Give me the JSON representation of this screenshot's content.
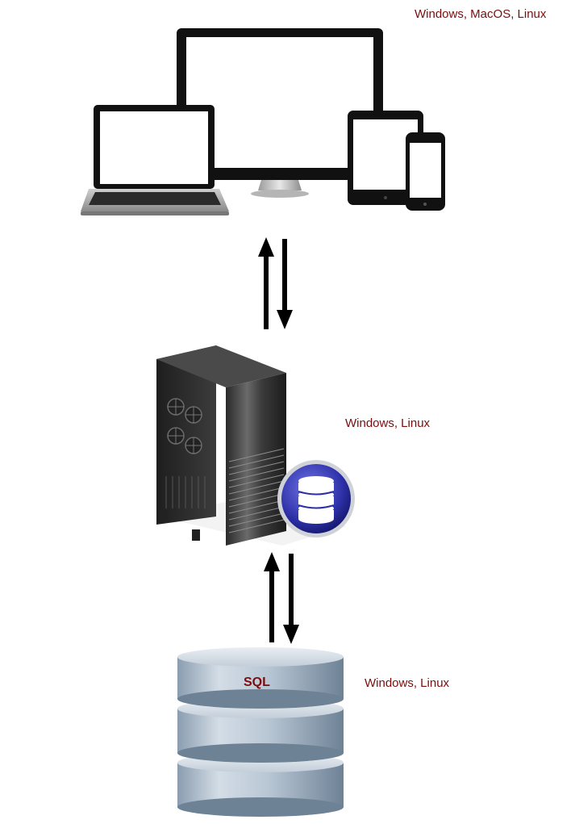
{
  "clients": {
    "os_label": "Windows, MacOS, Linux"
  },
  "server": {
    "os_label": "Windows, Linux"
  },
  "database": {
    "os_label": "Windows, Linux",
    "disk_label": "SQL"
  }
}
